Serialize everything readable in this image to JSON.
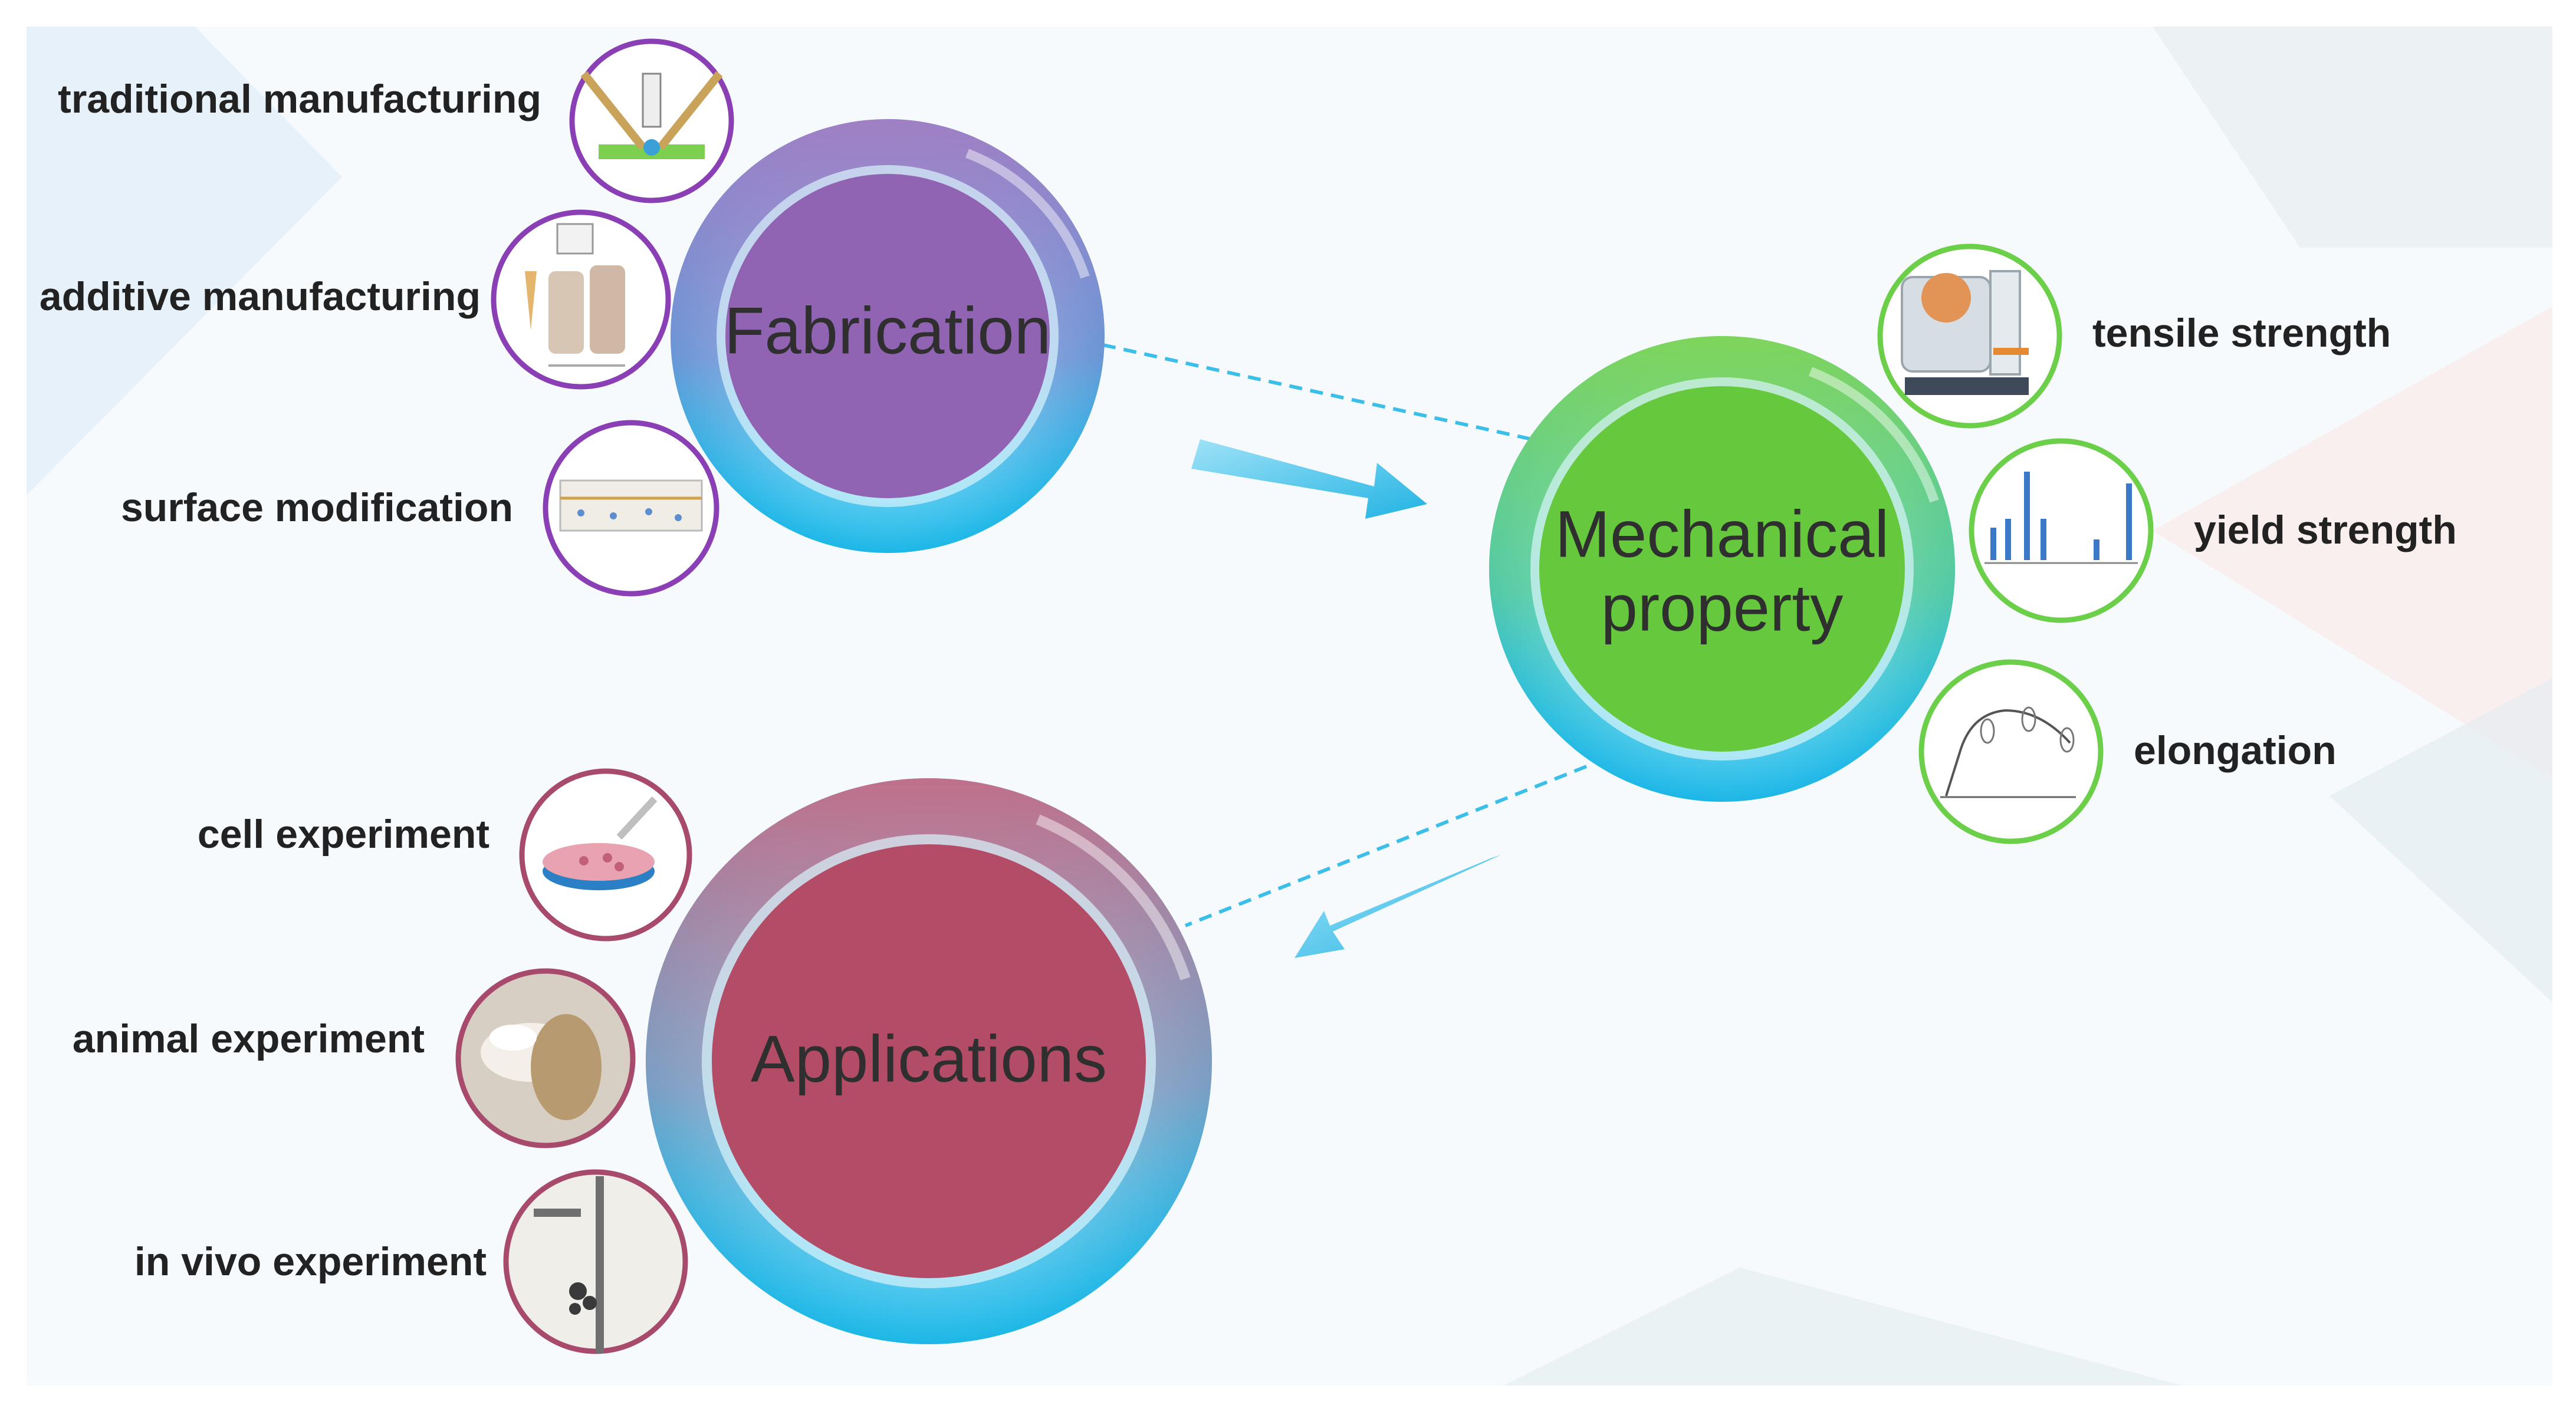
{
  "colors": {
    "fabrication": "#8e5fb0",
    "mechanical": "#66c93d",
    "applications": "#b34c66",
    "ring": "#2ec7ef",
    "arrow": "#2bb9e6",
    "fabrication_border": "#8a3fb5",
    "mechanical_border": "#6ccf4a",
    "applications_border": "#a84a6c"
  },
  "nodes": {
    "fabrication": {
      "label": "Fabrication"
    },
    "mechanical": {
      "label_line1": "Mechanical",
      "label_line2": "property"
    },
    "applications": {
      "label": "Applications"
    }
  },
  "fabrication_items": [
    {
      "label": "traditional manufacturing",
      "icon": "dual-nozzle-dispensing-icon"
    },
    {
      "label": "additive manufacturing",
      "icon": "3d-printer-icon"
    },
    {
      "label": "surface modification",
      "icon": "coated-surface-icon"
    }
  ],
  "mechanical_items": [
    {
      "label": "tensile strength",
      "icon": "tensile-tester-icon"
    },
    {
      "label": "yield strength",
      "icon": "bar-chart-icon"
    },
    {
      "label": "elongation",
      "icon": "stress-strain-curve-icon"
    }
  ],
  "application_items": [
    {
      "label": "cell experiment",
      "icon": "petri-dish-icon"
    },
    {
      "label": "animal experiment",
      "icon": "animal-photo-icon"
    },
    {
      "label": "in vivo experiment",
      "icon": "implant-photo-icon"
    }
  ]
}
